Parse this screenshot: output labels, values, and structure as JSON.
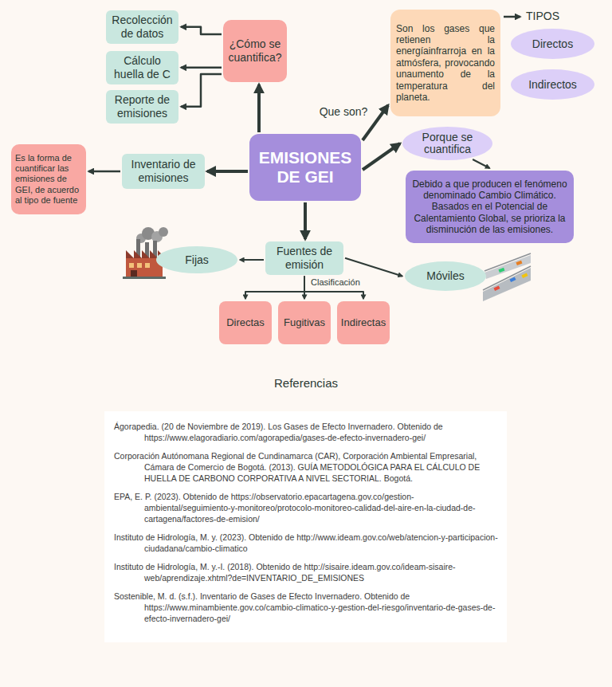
{
  "diagram": {
    "nodes": [
      {
        "text": [
          "EMISIONES DE GEI"
        ]
      },
      {
        "text": [
          "¿Cómo se cuantifica?"
        ]
      },
      {
        "text": [
          "Recolección de datos"
        ]
      },
      {
        "text": [
          "Cálculo huella de C"
        ]
      },
      {
        "text": [
          "Reporte de emisiones"
        ]
      },
      {
        "text": [
          "Son los gases que retienen la energíainfrarroja en la atmósfera, provocando unaumento de la temperatura del planeta."
        ]
      },
      {
        "text": [
          "Directos"
        ]
      },
      {
        "text": [
          "Indirectos"
        ]
      },
      {
        "text": [
          "Porque se cuantifica"
        ]
      },
      {
        "text": [
          "Debido a que producen el fenómeno denominado Cambio Climático. Basados en el Potencial de Calentamiento Global, se prioriza la disminución de las emisiones."
        ]
      },
      {
        "text": [
          "Inventario de emisiones"
        ]
      },
      {
        "text": [
          "Es la forma de cuantificar las emisiones de GEI, de acuerdo al tipo de fuente"
        ]
      },
      {
        "text": [
          "Fuentes de emisión"
        ]
      },
      {
        "text": [
          "Fijas"
        ]
      },
      {
        "text": [
          "Móviles"
        ]
      },
      {
        "text": [
          "Directas"
        ]
      },
      {
        "text": [
          "Fugitivas"
        ]
      },
      {
        "text": [
          "Indirectas"
        ]
      }
    ],
    "edges": [
      {
        "from": 0,
        "to": 1,
        "arrow": "to"
      },
      {
        "from": 0,
        "to": 5,
        "label": "Que son?",
        "arrow": "to"
      },
      {
        "from": 0,
        "to": 8,
        "arrow": "to"
      },
      {
        "from": 0,
        "to": 10,
        "arrow": "to"
      },
      {
        "from": 0,
        "to": 12,
        "arrow": "to"
      },
      {
        "from": 1,
        "to": 2,
        "arrow": "to"
      },
      {
        "from": 1,
        "to": 3,
        "arrow": "to"
      },
      {
        "from": 1,
        "to": 4,
        "arrow": "to"
      },
      {
        "from": 8,
        "to": 9,
        "arrow": "to"
      },
      {
        "from": 10,
        "to": 11,
        "arrow": "to"
      },
      {
        "from": 12,
        "to": 13,
        "arrow": "to"
      },
      {
        "from": 12,
        "to": 14,
        "arrow": "to"
      },
      {
        "from": 12,
        "to": 15,
        "arrow": "to"
      },
      {
        "from": 12,
        "to": 16,
        "label": "Clasificación",
        "arrow": "to"
      },
      {
        "from": 12,
        "to": 17,
        "arrow": "to"
      }
    ],
    "labels": [
      "TIPOS",
      "Referencias",
      "Ágorapedia. (20 de Noviembre de 2019). Los Gases de Efecto Invernadero. Obtenido de https://www.elagoradiario.com/agorapedia/gases-de-efecto-invernadero-gei/",
      "Corporación Autónomana Regional de Cundinamarca (CAR), Corporación Ambiental Empresarial, Cámara de Comercio de Bogotá. (2013). GUÍA METODOLÓGICA PARA EL CÁLCULO DE HUELLA DE CARBONO CORPORATIVA A NIVEL SECTORIAL. Bogotá.",
      "EPA, E. P. (2023). Obtenido de https://observatorio.epacartagena.gov.co/gestion-ambiental/seguimiento-y-monitoreo/protocolo-monitoreo-calidad-del-aire-en-la-ciudad-de-cartagena/factores-de-emision/",
      "Instituto de Hidrología, M. y. (2023). Obtenido de http://www.ideam.gov.co/web/atencion-y-participacion-ciudadana/cambio-climatico",
      "Instituto de Hidrología, M. y.-I. (2018). Obtenido de http://sisaire.ideam.gov.co/ideam-sisaire-web/aprendizaje.xhtml?de=INVENTARIO_DE_EMISIONES",
      "Sostenible, M. d. (s.f.). Inventario de Gases de Efecto Invernadero. Obtenido de https://www.minambiente.gov.co/cambio-climatico-y-gestion-del-riesgo/inventario-de-gases-de-efecto-invernadero-gei/"
    ]
  }
}
